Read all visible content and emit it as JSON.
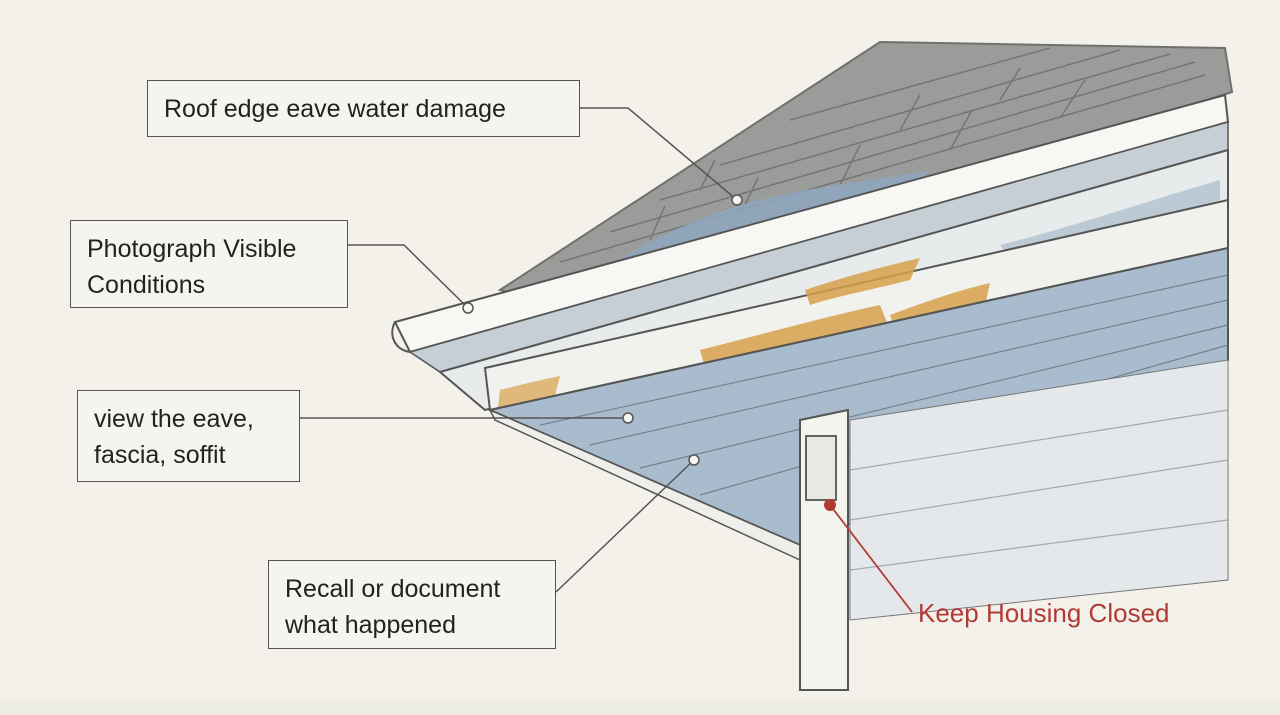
{
  "diagram": {
    "callouts": [
      {
        "id": "roof-edge",
        "text": "Roof edge eave water damage"
      },
      {
        "id": "photograph",
        "text": "Photograph Visible\nConditions"
      },
      {
        "id": "view-eave",
        "text": "view the eave,\nfascia, soffit"
      },
      {
        "id": "recall",
        "text": "Recall or document\nwhat happened"
      }
    ],
    "warning_label": "Keep Housing Closed",
    "colors": {
      "background": "#f3f1ea",
      "shingles": "#8d8f8d",
      "water_stain": "#8fa7bf",
      "rust_stain": "#d7a04a",
      "warning": "#b23a35"
    }
  }
}
